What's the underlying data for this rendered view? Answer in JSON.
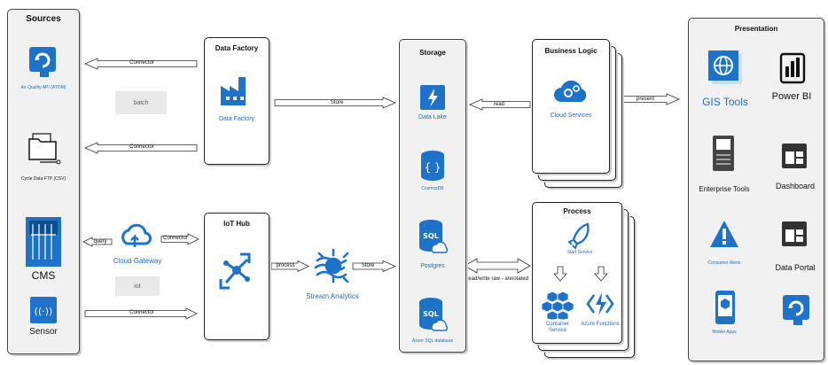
{
  "sources": {
    "title": "Sources",
    "air_quality": "Air Quality API (ATOM)",
    "cycle_data": "Cycle Data FTP (CSV)",
    "cms": "CMS",
    "sensor": "Sensor"
  },
  "cloud_gateway": {
    "label": "Cloud Gateway",
    "batch": "batch",
    "iot": "iot"
  },
  "data_factory": {
    "title": "Data Factory",
    "label": "Data Factory"
  },
  "iot_hub": {
    "title": "IoT Hub"
  },
  "stream_analytics": {
    "label": "Stream Analytics"
  },
  "storage": {
    "title": "Storage",
    "data_lake": "Data Lake",
    "cosmosdb": "CosmosDB",
    "postgres": "Postgres",
    "azure_sql": "Azure SQL database"
  },
  "business_logic": {
    "title": "Business Logic",
    "cloud_services": "Cloud Services"
  },
  "process": {
    "title": "Process",
    "start_service": "Start Service",
    "container_service": "Container Service",
    "azure_functions": "Azure Functions"
  },
  "presentation": {
    "title": "Presentation",
    "gis_tools": "GIS Tools",
    "power_bi": "Power BI",
    "enterprise_tools": "Enterprise Tools",
    "dashboard": "Dashboard",
    "consumer_alerts": "Consumer Alerts",
    "data_portal": "Data Portal",
    "mobile_apps": "Mobile Apps"
  },
  "arrows": {
    "connector": "Connector",
    "store": "Store",
    "read": "read",
    "present": "present",
    "query": "query",
    "process": "process",
    "read_write": "Read/write raw - annotated"
  },
  "colors": {
    "azure_blue": "#1e73c8",
    "border": "#222222",
    "panel_gray": "#f1f1f1"
  }
}
